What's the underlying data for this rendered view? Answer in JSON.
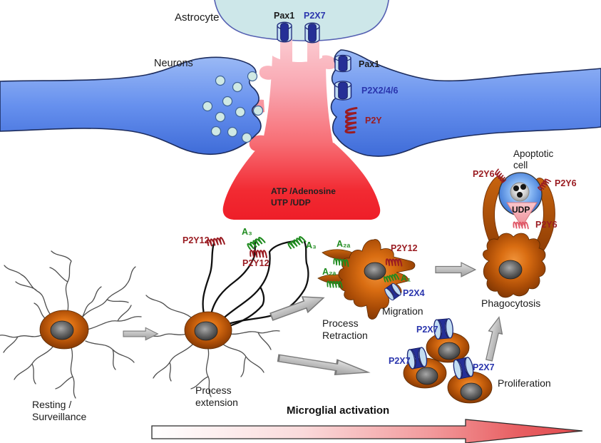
{
  "figure_type": "scientific pathway diagram: purinergic receptors and microglial activation",
  "palette": {
    "neuron_blue": "#6690ee",
    "astrocyte_teal": "#cde7e9",
    "atp_cloud_red": "#f02830",
    "microglia_orange": "#d96d12",
    "receptor_label_red": "#9a1c22",
    "receptor_label_green": "#1f8b1f",
    "receptor_label_blue": "#2a35ad",
    "arrow_gray": "#bdbdbd"
  },
  "icons": {
    "ion-channel-icon": "spool-shaped membrane channel, navy pore with light-blue caps",
    "gpcr-coil-icon": "serpentine spring coil (metabotropic receptor)",
    "block-arrow-icon": "gray outlined block arrow",
    "activation-arrow-icon": "white-to-red gradient block arrow"
  },
  "labels": [
    {
      "name": "astrocyte-label",
      "text": "Astrocyte"
    },
    {
      "name": "pax1-astrocyte-label",
      "text": "Pax1"
    },
    {
      "name": "p2x7-astrocyte-label",
      "text": "P2X7"
    },
    {
      "name": "neurons-label",
      "text": "Neurons"
    },
    {
      "name": "pax1-neuron-label",
      "text": "Pax1"
    },
    {
      "name": "p2x246-label",
      "text": "P2X2/4/6"
    },
    {
      "name": "p2y-label",
      "text": "P2Y"
    },
    {
      "name": "atp-adenosine-label",
      "text": "ATP /Adenosine"
    },
    {
      "name": "utp-udp-label",
      "text": "UTP /UDP"
    },
    {
      "name": "p2y12-label-1",
      "text": "P2Y12"
    },
    {
      "name": "a3-label-1",
      "text": "A₃"
    },
    {
      "name": "p2y12-label-2",
      "text": "P2Y12"
    },
    {
      "name": "a3-label-2",
      "text": "A₃"
    },
    {
      "name": "a2a-label-1",
      "text": "A₂ₐ"
    },
    {
      "name": "a2a-label-2",
      "text": "A₂ₐ"
    },
    {
      "name": "p2y12-label-3",
      "text": "P2Y12"
    },
    {
      "name": "a1-label",
      "text": "A₁"
    },
    {
      "name": "p2x4-label",
      "text": "P2X4"
    },
    {
      "name": "migration-label",
      "text": "Migration"
    },
    {
      "name": "process-retraction-label",
      "text": "Process\nRetraction"
    },
    {
      "name": "apoptotic-cell-label",
      "text": "Apoptotic\ncell"
    },
    {
      "name": "p2y6-label-left",
      "text": "P2Y6"
    },
    {
      "name": "p2y6-label-right",
      "text": "P2Y6"
    },
    {
      "name": "udp-label",
      "text": "UDP"
    },
    {
      "name": "p2y6-label-bottom",
      "text": "P2Y6"
    },
    {
      "name": "phagocytosis-label",
      "text": "Phagocytosis"
    },
    {
      "name": "p2x7-label-1",
      "text": "P2X7"
    },
    {
      "name": "p2x7-label-2",
      "text": "P2X7"
    },
    {
      "name": "p2x7-label-3",
      "text": "P2X7"
    },
    {
      "name": "proliferation-label",
      "text": "Proliferation"
    },
    {
      "name": "resting-surveillance-label",
      "text": "Resting /\nSurveillance"
    },
    {
      "name": "process-extension-label",
      "text": "Process\nextension"
    },
    {
      "name": "microglial-activation-label",
      "text": "Microglial activation"
    }
  ]
}
